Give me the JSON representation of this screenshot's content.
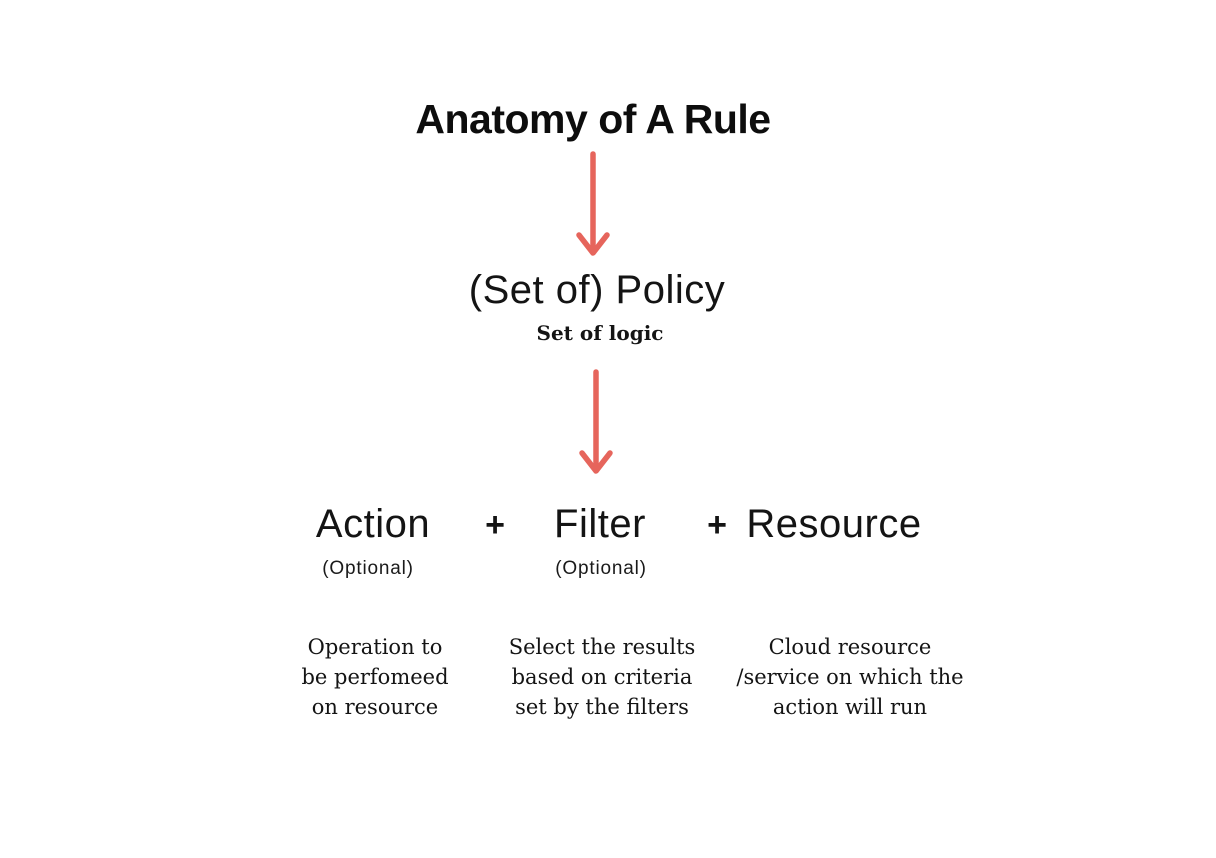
{
  "title": "Anatomy of A Rule",
  "policy": {
    "label": "(Set of) Policy",
    "sublabel": "Set of logic"
  },
  "formula": {
    "plus_1": "+",
    "plus_2": "+"
  },
  "components": {
    "action": {
      "label": "Action",
      "optional": "(Optional)",
      "description_lines": [
        "Operation to",
        "be perfomeed",
        "on resource"
      ]
    },
    "filter": {
      "label": "Filter",
      "optional": "(Optional)",
      "description_lines": [
        "Select the results",
        "based on criteria",
        "set by the filters"
      ]
    },
    "resource": {
      "label": "Resource",
      "description_lines": [
        "Cloud resource",
        "/service on which the",
        "action will run"
      ]
    }
  },
  "icons": {
    "arrow_down": "↓"
  },
  "colors": {
    "arrow": "#e6655c",
    "text": "#111111",
    "background": "#ffffff"
  }
}
